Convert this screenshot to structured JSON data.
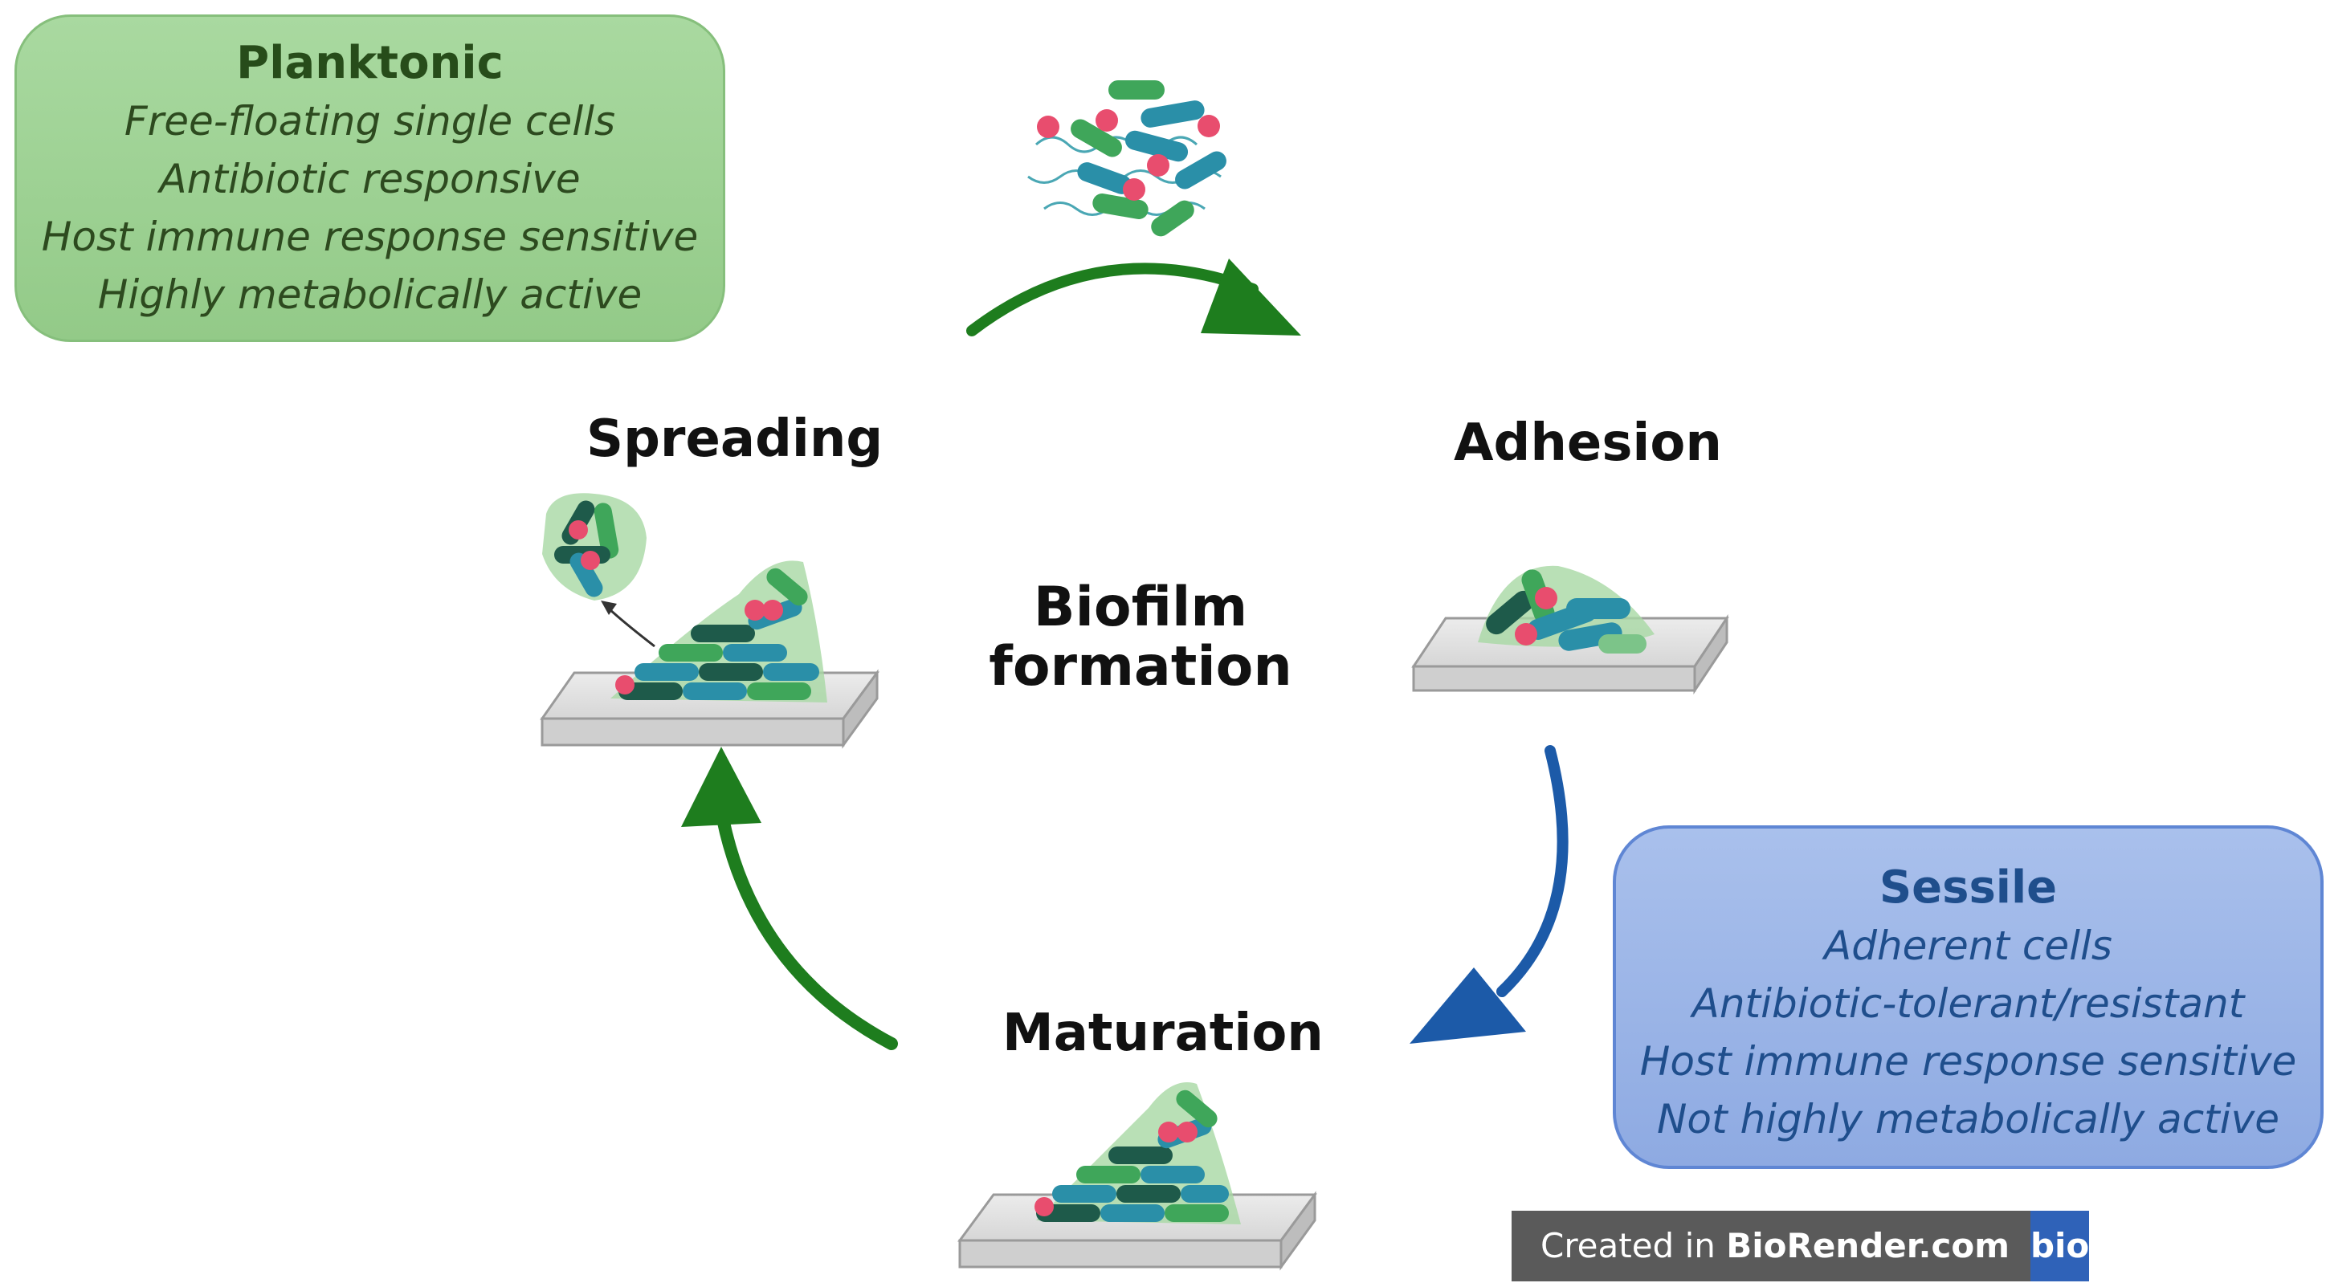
{
  "planktonic": {
    "title": "Planktonic",
    "lines": [
      "Free-floating single cells",
      "Antibiotic responsive",
      "Host immune response  sensitive",
      "Highly metabolically active"
    ]
  },
  "sessile": {
    "title": "Sessile",
    "lines": [
      "Adherent cells",
      "Antibiotic-tolerant/resistant",
      "Host immune response  sensitive",
      "Not highly metabolically active"
    ]
  },
  "stages": {
    "spreading": "Spreading",
    "adhesion": "Adhesion",
    "maturation": "Maturation"
  },
  "center": {
    "line1": "Biofilm",
    "line2": "formation"
  },
  "watermark": {
    "prefix": "Created in ",
    "brand": "BioRender.com",
    "logo": "bio"
  },
  "colors": {
    "green_arrow": "#1e7d1e",
    "blue_arrow": "#1c5aa8",
    "bacteria_teal": "#2a8fa8",
    "bacteria_green": "#3fa65a",
    "bacteria_pink": "#e84d6e"
  }
}
